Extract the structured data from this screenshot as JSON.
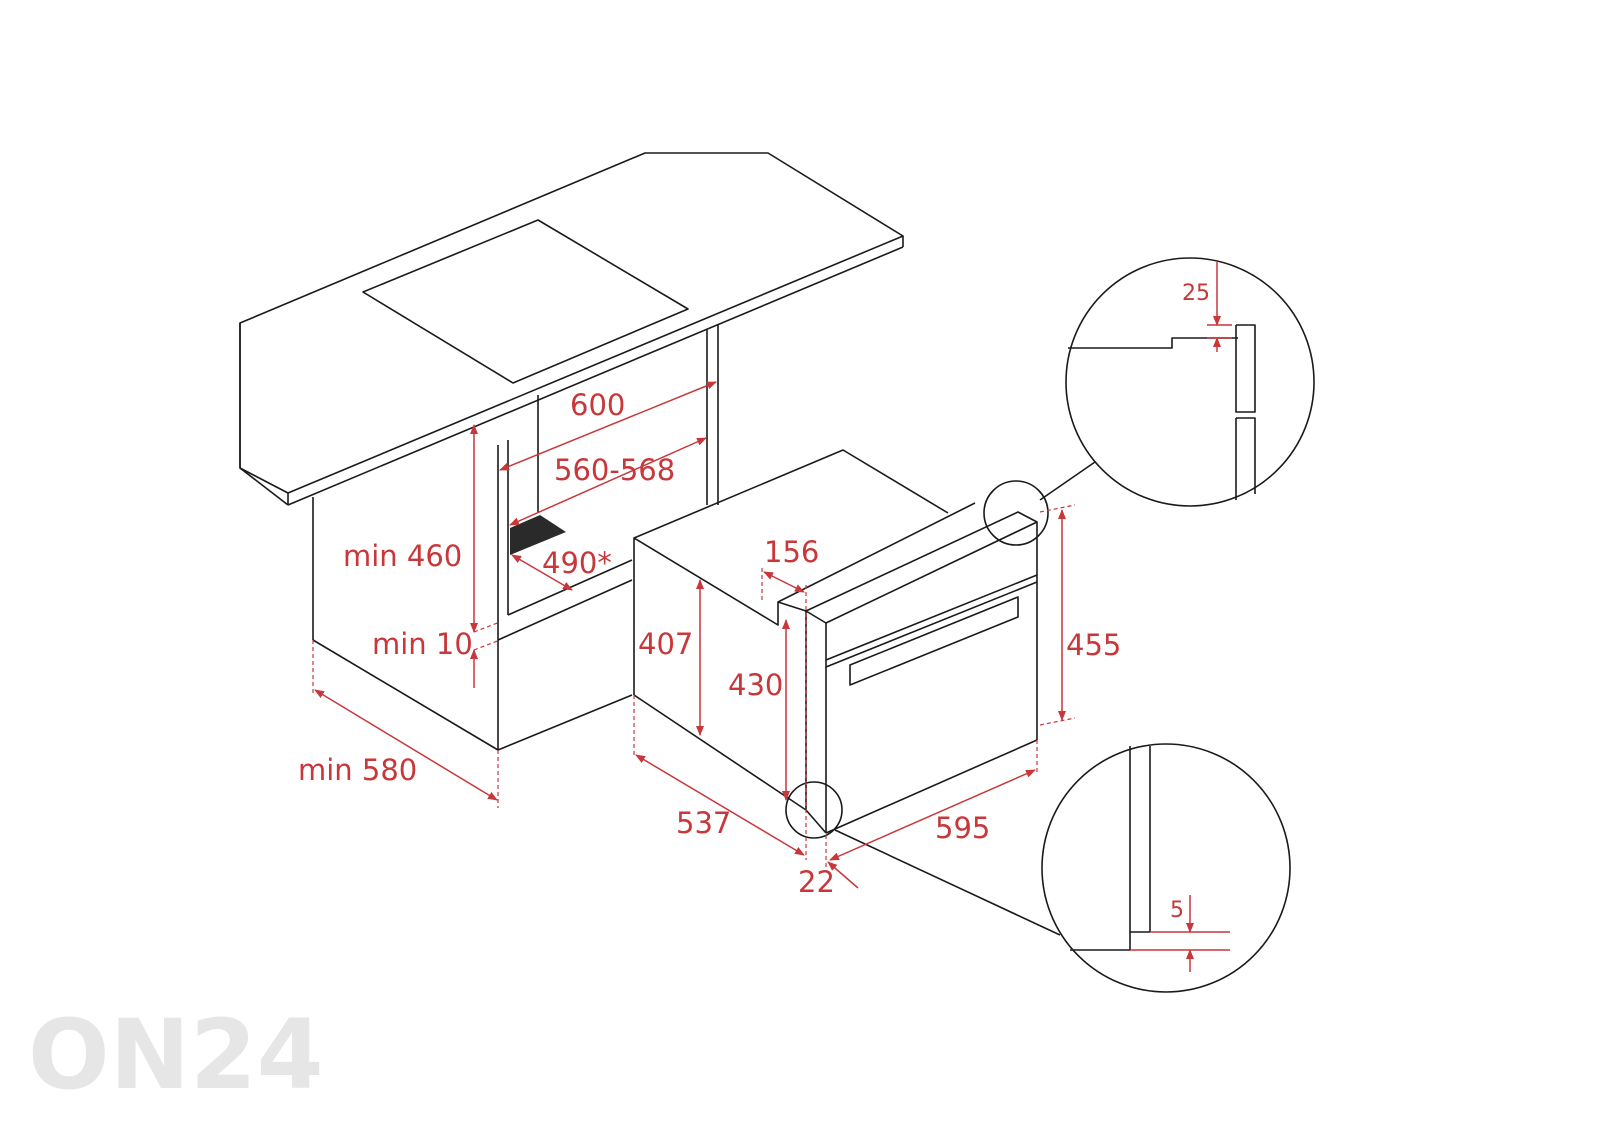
{
  "colors": {
    "lines": "#1a1a1a",
    "dimensions": "#c8373a",
    "watermark": "#e6e6e6"
  },
  "dimensions": {
    "niche_width": "600",
    "niche_inner_width": "560-568",
    "niche_depth": "490*",
    "niche_height": "min 460",
    "gap": "min 10",
    "cabinet_depth": "min 580",
    "body_step": "156",
    "body_height_rear": "407",
    "body_height": "430",
    "front_height": "455",
    "body_depth": "537",
    "front_width": "595",
    "front_depth": "22",
    "detail_top": "25",
    "detail_bottom": "5"
  },
  "watermark": "ON24"
}
